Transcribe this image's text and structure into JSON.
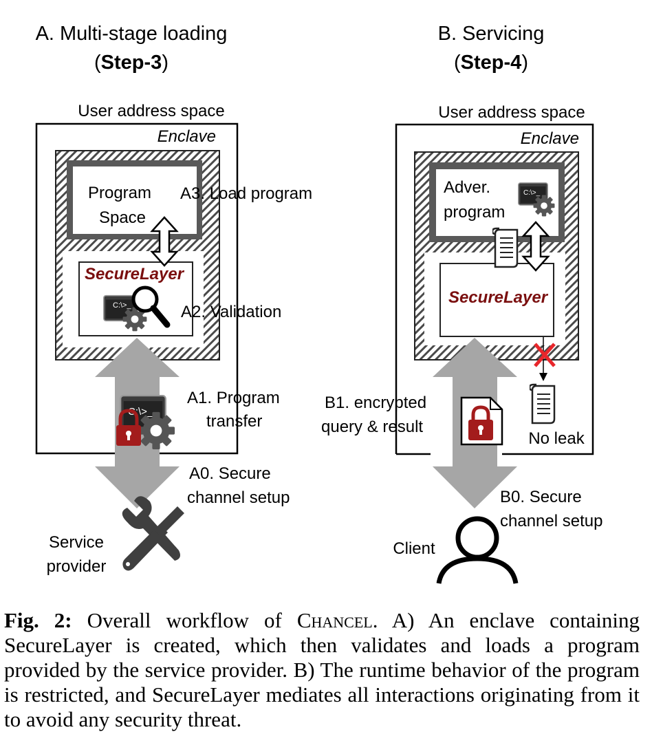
{
  "panel_a": {
    "title": "A. Multi-stage loading",
    "step_prefix": "(",
    "step": "Step-3",
    "step_suffix": ")",
    "address_space": "User address space",
    "enclave": "Enclave",
    "program_space_line1": "Program",
    "program_space_line2": "Space",
    "securelayer": "SecureLayer",
    "terminal_glyph": "C:\\>_",
    "a3": "A3. Load program",
    "a2": "A2. Validation",
    "a1_line1": "A1. Program",
    "a1_line2": "transfer",
    "a0_line1": "A0. Secure",
    "a0_line2": "channel setup",
    "actor_line1": "Service",
    "actor_line2": "provider"
  },
  "panel_b": {
    "title": "B. Servicing",
    "step_prefix": "(",
    "step": "Step-4",
    "step_suffix": ")",
    "address_space": "User address space",
    "enclave": "Enclave",
    "program_line1": "Adver.",
    "program_line2": "program",
    "securelayer": "SecureLayer",
    "terminal_glyph": "C:\\>_",
    "b1_line1": "B1. encrypted",
    "b1_line2": "query & result",
    "no_leak": "No leak",
    "b0_line1": "B0. Secure",
    "b0_line2": "channel setup",
    "actor": "Client"
  },
  "caption": {
    "label": "Fig. 2:",
    "text_before": "Overall workflow of",
    "system_name": "Chancel",
    "text_after": ". A) An enclave containing SecureLayer is created, which then validates and loads a program provided by the service provider. B) The runtime behavior of the program is restricted, and SecureLayer mediates all interactions originating from it to avoid any security threat."
  },
  "colors": {
    "securelayer_text": "#7a0f0f",
    "arrow_gray": "#a6a6a6",
    "dark_frame": "#595959",
    "lock_red": "#a31c1c",
    "cross_red": "#e8262b",
    "tool_gray": "#3f3f3f"
  },
  "icons": [
    "double-arrow-icon",
    "terminal-icon",
    "gear-icon",
    "magnifier-icon",
    "padlock-icon",
    "wrench-icon",
    "scroll-icon",
    "red-x-icon",
    "user-icon",
    "document-icon"
  ]
}
